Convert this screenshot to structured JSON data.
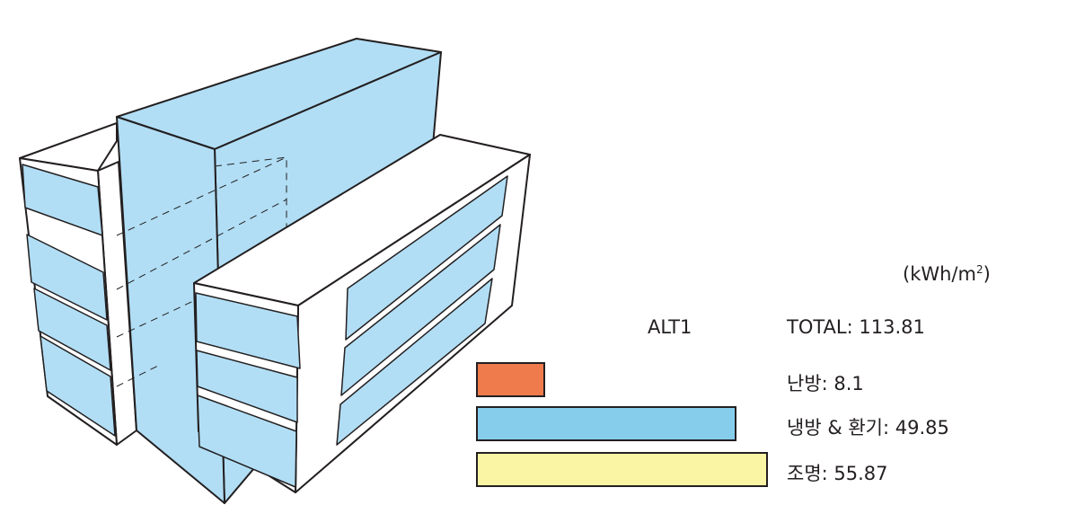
{
  "unit_label": "(kWh/m",
  "unit_sup": "2",
  "unit_close": ")",
  "alternative": "ALT1",
  "total_label": "TOTAL: 113.81",
  "chart_data": {
    "type": "bar",
    "orientation": "horizontal",
    "title": "ALT1",
    "unit": "kWh/m2",
    "total": 113.81,
    "categories": [
      "난방",
      "냉방 & 환기",
      "조명"
    ],
    "values": [
      8.1,
      49.85,
      55.87
    ],
    "labels": [
      "난방: 8.1",
      "냉방 & 환기: 49.85",
      "조명: 55.87"
    ],
    "colors": [
      "#ef7b4d",
      "#86cdec",
      "#faf5a5"
    ]
  }
}
